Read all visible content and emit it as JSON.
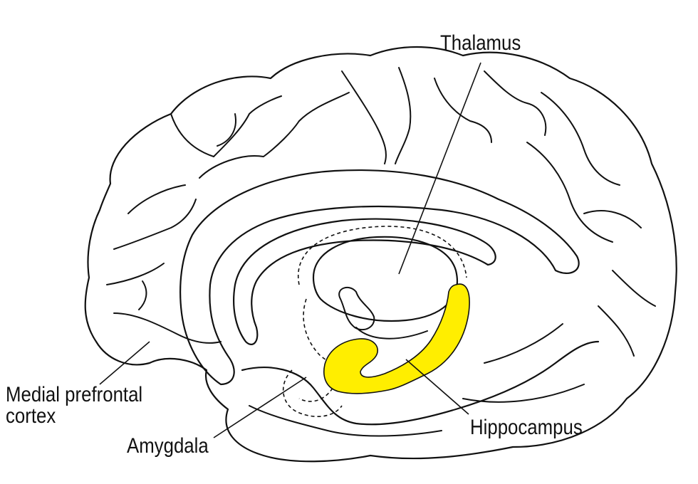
{
  "labels": {
    "thalamus": "Thalamus",
    "mpfc_line1": "Medial prefrontal",
    "mpfc_line2": "cortex",
    "amygdala": "Amygdala",
    "hippocampus": "Hippocampus"
  },
  "colors": {
    "hippocampus_fill": "#ffee00",
    "outline": "#111111",
    "background": "#ffffff"
  }
}
